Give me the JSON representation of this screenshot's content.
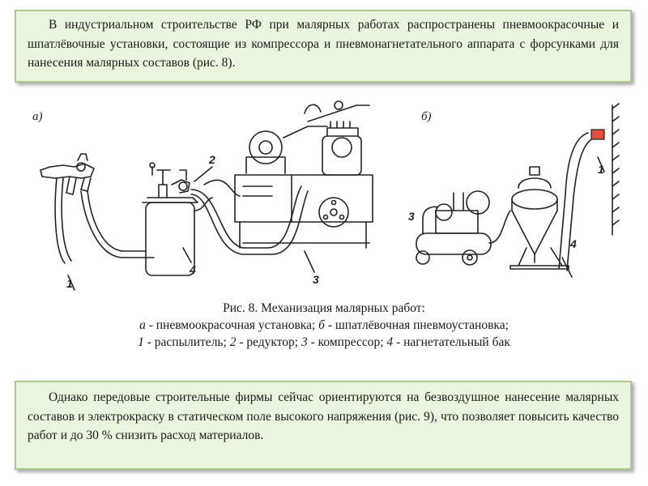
{
  "intro": {
    "text": "В индустриальном строительстве РФ при малярных работах распространены пневмоокрасочные и шпатлёвочные установки, состоящие из компрессора и пневмонагнетательного аппарата с форсунками для нанесения малярных составов (рис. 8)."
  },
  "figure": {
    "label_a": "а)",
    "label_b": "б)",
    "callouts_a": [
      "1",
      "2",
      "3",
      "4"
    ],
    "callouts_b": [
      "1",
      "3",
      "4"
    ],
    "caption_title": "Рис. 8. Механизация малярных работ:",
    "caption_line2": {
      "a_key": "а",
      "a_text": " - пневмоокрасочная установка; ",
      "b_key": "б",
      "b_text": " - шпатлёвочная пневмоустановка;"
    },
    "caption_line3": [
      {
        "key": "1",
        "text": " - распылитель; "
      },
      {
        "key": "2",
        "text": " - редуктор; "
      },
      {
        "key": "3",
        "text": " - компрессор; "
      },
      {
        "key": "4",
        "text": " - нагнетательный бак"
      }
    ]
  },
  "conclusion": {
    "text": "Однако передовые строительные фирмы сейчас ориентируются на безвоздушное нанесение малярных составов и электрокраску в статическом поле высокого напряжения (рис. 9), что позволяет повысить качество работ и до 30 % снизить расход материалов."
  },
  "colors": {
    "box_bg": "#eaf5df",
    "box_border": "#a9cb8a",
    "nozzle": "#e0503a"
  }
}
